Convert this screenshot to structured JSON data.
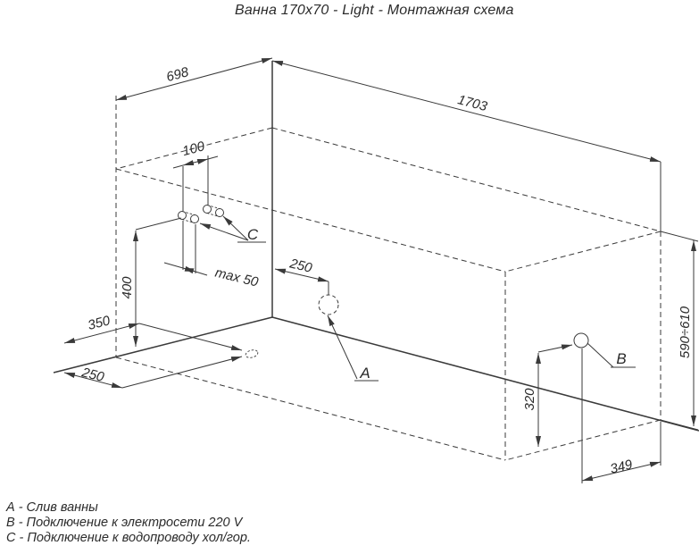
{
  "title": "Ванна 170x70 - Light - Монтажная схема",
  "colors": {
    "line": "#3a3a3a",
    "text": "#2b2b2b",
    "background": "#ffffff"
  },
  "drawing": {
    "labels": {
      "drain": "A",
      "power": "B",
      "water": "C"
    },
    "dimensions": {
      "tub_width": "698",
      "tub_length": "1703",
      "tub_height": "590÷610",
      "water_pipe_spacing": "100",
      "water_pipe_protrusion": "max 50",
      "water_pipe_height": "400",
      "drain_offset_from_corner": "250",
      "floor_offset_width": "350",
      "floor_offset_length": "250",
      "power_height": "320",
      "power_offset": "349"
    }
  },
  "legend": {
    "items": [
      {
        "text": "А - Слив ванны"
      },
      {
        "text": "В - Подключение к электросети 220 V"
      },
      {
        "text": "С - Подключение к водопроводу хол/гор."
      }
    ]
  }
}
